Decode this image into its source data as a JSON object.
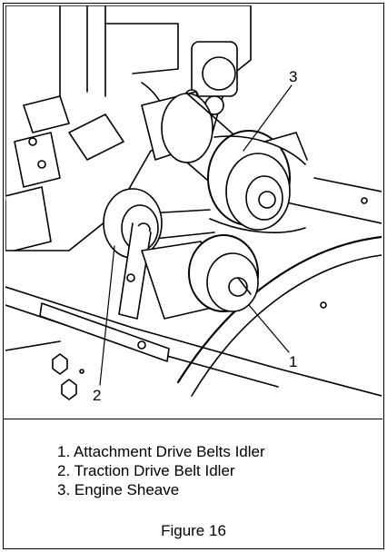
{
  "figure": {
    "callouts": [
      {
        "id": "1",
        "label": "1"
      },
      {
        "id": "2",
        "label": "2"
      },
      {
        "id": "3",
        "label": "3"
      }
    ],
    "legend": [
      "1. Attachment Drive Belts Idler",
      "2. Traction Drive Belt Idler",
      "3. Engine Sheave"
    ],
    "caption": "Figure 16"
  }
}
